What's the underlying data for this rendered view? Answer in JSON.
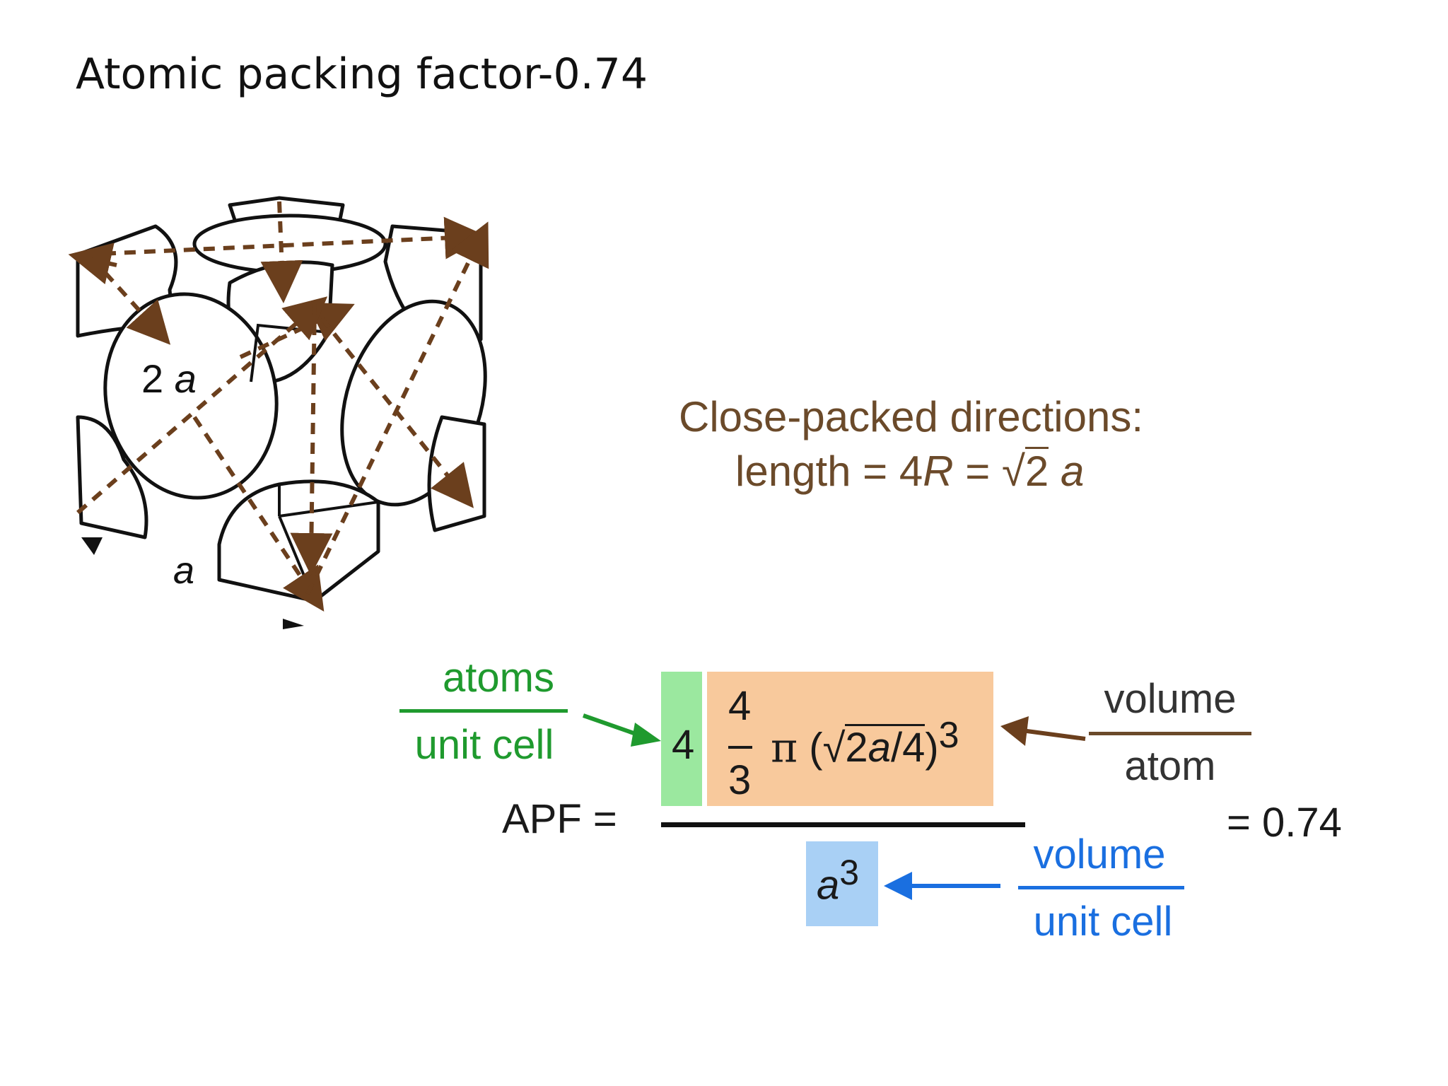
{
  "title": "Atomic packing factor-0.74",
  "figure": {
    "label_diag": "2",
    "label_diag_var": "a",
    "label_edge": "a"
  },
  "close_packed": {
    "line1": "Close-packed  directions:",
    "line2_prefix": "length = 4",
    "line2_R": "R",
    "line2_eq": " = ",
    "line2_sqrt_arg": "2",
    "line2_a": "a"
  },
  "apf": {
    "lhs": "APF =",
    "result": "= 0.74",
    "atoms_label": "atoms",
    "atoms_denominator": "unit cell",
    "atoms_count": "4",
    "frac_num": "4",
    "frac_den": "3",
    "pi": "π",
    "paren_open": "(",
    "sqrt_arg": "2",
    "a_var": "a",
    "div4": "/4",
    "paren_close": ")",
    "exp3": "3",
    "vol_atom_top": "volume",
    "vol_atom_bottom": "atom",
    "denominator_var": "a",
    "denominator_exp": "3",
    "vol_cell_top": "volume",
    "vol_cell_bottom": "unit cell"
  },
  "colors": {
    "green": "#1f9a2e",
    "green_box": "#9be89f",
    "orange_box": "#f8c99c",
    "blue": "#1a6fe0",
    "blue_box": "#a9d0f5",
    "brown": "#6b4a2a",
    "arrow_brown": "#6b3f1d"
  }
}
